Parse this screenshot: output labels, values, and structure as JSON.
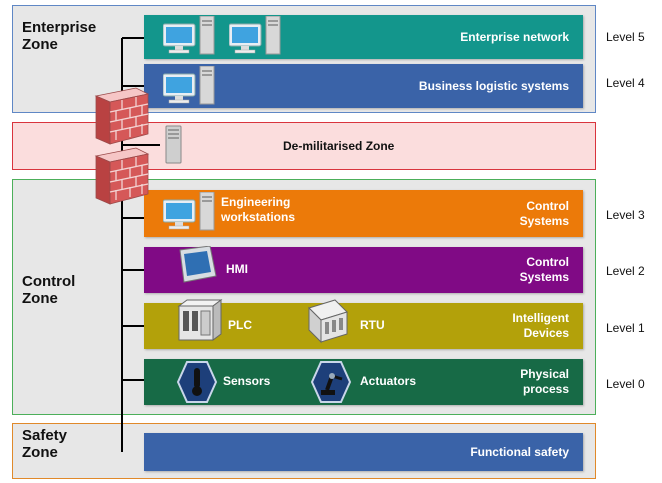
{
  "zones": {
    "enterprise": "Enterprise\nZone",
    "dmz": "De-militarised Zone",
    "control": "Control\nZone",
    "safety": "Safety\nZone"
  },
  "bands": {
    "enterprise_network": "Enterprise network",
    "business_logistic": "Business logistic systems",
    "engineering": {
      "item": "Engineering\nworkstations",
      "title": "Control\nSystems"
    },
    "hmi": {
      "item": "HMI",
      "title": "Control\nSystems"
    },
    "intelligent": {
      "plc": "PLC",
      "rtu": "RTU",
      "title": "Intelligent\nDevices"
    },
    "physical": {
      "sensors": "Sensors",
      "actuators": "Actuators",
      "title": "Physical\nprocess"
    },
    "functional_safety": "Functional safety"
  },
  "levels": [
    "Level 5",
    "Level 4",
    "Level 3",
    "Level 2",
    "Level 1",
    "Level 0"
  ],
  "colors": {
    "teal": "#13968c",
    "blue": "#3a63a8",
    "orange": "#ec7a09",
    "purple": "#800a85",
    "olive": "#b3a10a",
    "green": "#176a46",
    "dmz_fill": "#fbdddd",
    "dmz_border": "#d9343d",
    "enterprise_border": "#5f87c5",
    "control_border": "#4caf5a",
    "safety_border": "#e0892a",
    "zone_fill": "#e7e7e7"
  }
}
